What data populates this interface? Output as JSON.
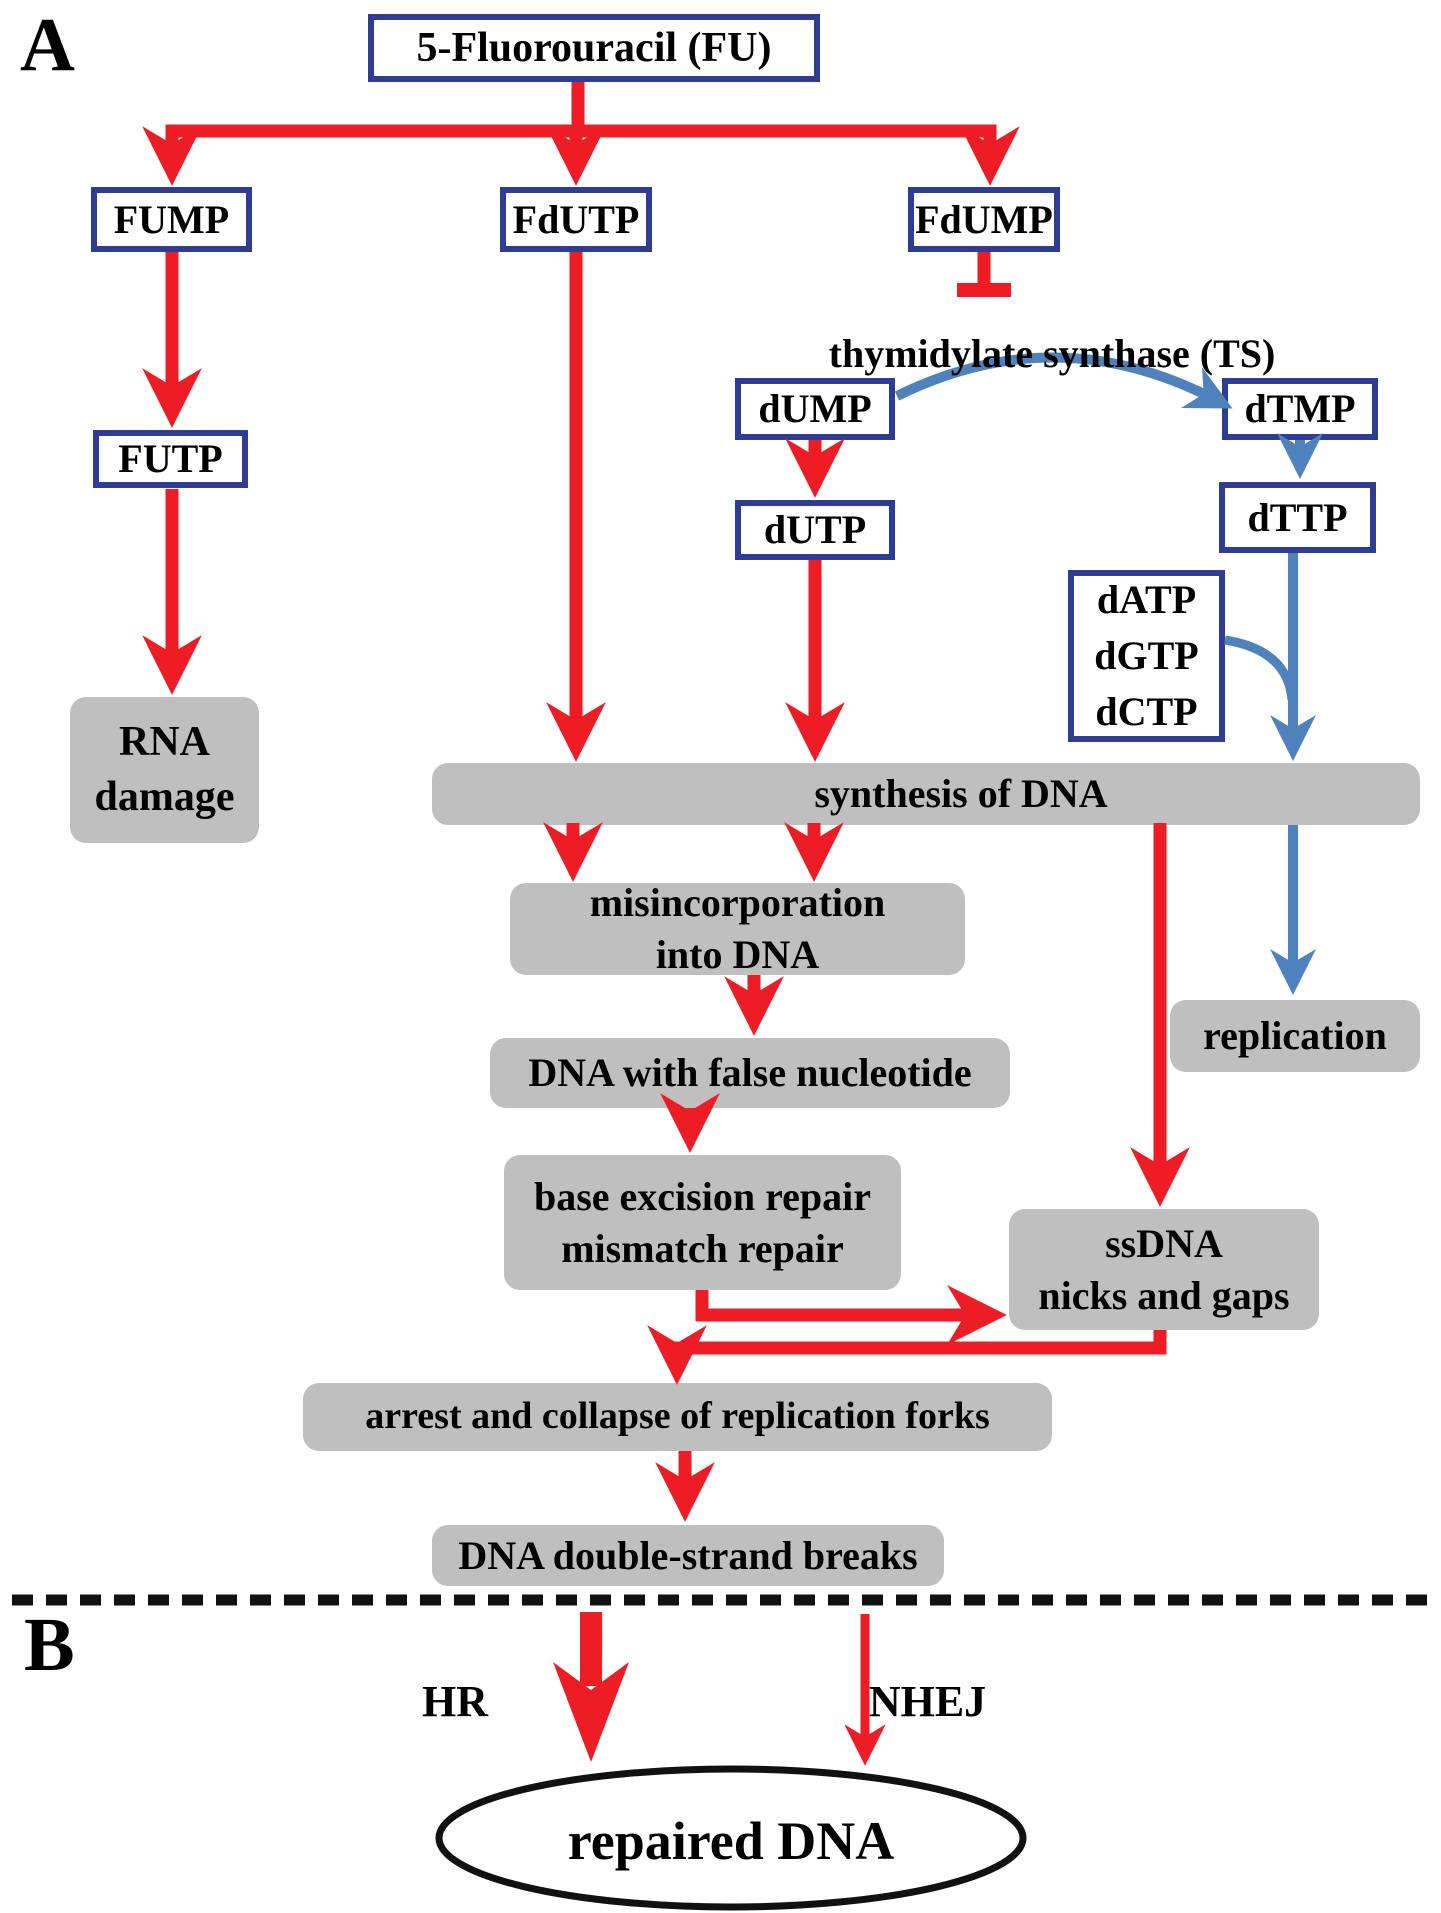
{
  "panel_a_label": "A",
  "panel_b_label": "B",
  "nodes": {
    "fu": "5-Fluorouracil (FU)",
    "fump": "FUMP",
    "fdutp": "FdUTP",
    "fdump": "FdUMP",
    "futp": "FUTP",
    "ts": "thymidylate synthase (TS)",
    "dump": "dUMP",
    "dtmp": "dTMP",
    "dutp": "dUTP",
    "dttp": "dTTP",
    "dntps": "dATP\ndGTP\ndCTP",
    "rna_damage": "RNA\ndamage",
    "synthesis": "synthesis of DNA",
    "misincorporation": "misincorporation\ninto DNA",
    "false_nucleotide": "DNA with false nucleotide",
    "repair": "base excision repair\nmismatch repair",
    "ssdna": "ssDNA\nnicks and gaps",
    "replication": "replication",
    "arrest": "arrest and collapse of replication forks",
    "dsb": "DNA double-strand breaks",
    "hr": "HR",
    "nhej": "NHEJ",
    "repaired": "repaired DNA"
  },
  "colors": {
    "arrow_red": "#ee1c25",
    "arrow_blue": "#4f81bd",
    "box_border_blue": "#2f3c96",
    "box_gray": "#bfbfbf",
    "text": "#000000"
  }
}
